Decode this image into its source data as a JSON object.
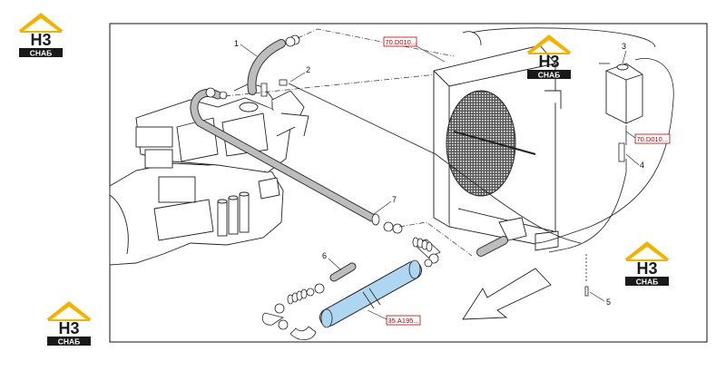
{
  "diagram": {
    "callouts": [
      {
        "id": "1",
        "label": "1"
      },
      {
        "id": "2",
        "label": "2"
      },
      {
        "id": "3",
        "label": "3"
      },
      {
        "id": "4",
        "label": "4"
      },
      {
        "id": "5",
        "label": "5"
      },
      {
        "id": "6",
        "label": "6"
      },
      {
        "id": "7",
        "label": "7"
      }
    ],
    "references": [
      {
        "id": "ref-top",
        "label": "70.D010..."
      },
      {
        "id": "ref-right",
        "label": "70.D010..."
      },
      {
        "id": "ref-bottom",
        "label": "35.A195..."
      }
    ]
  },
  "watermark": {
    "letters": "H3",
    "sublabel": "СНАБ",
    "colors": {
      "roof": "#f2b300",
      "text_dark": "#1a1a1a",
      "bar": "#1a1a1a"
    }
  },
  "colors": {
    "reference_box": "#c00000",
    "hose_highlight": "#aed6f1",
    "line": "#111111"
  }
}
